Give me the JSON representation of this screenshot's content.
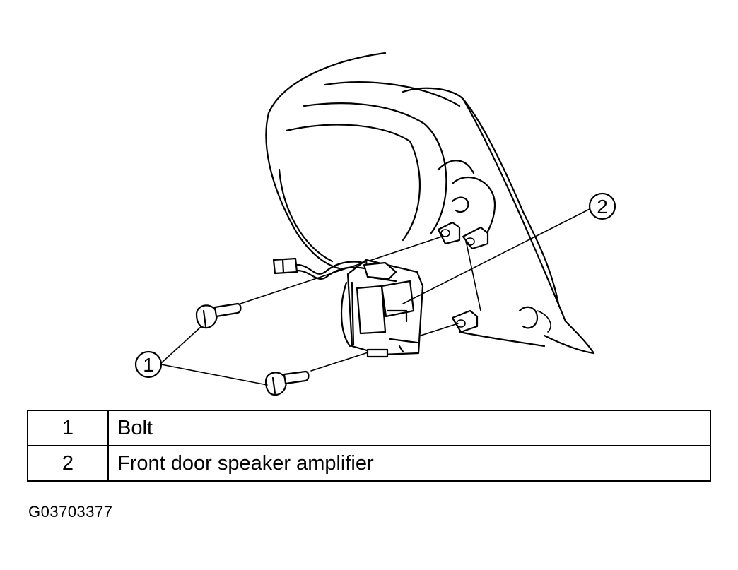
{
  "callouts": [
    {
      "number": "1",
      "part": "bolt"
    },
    {
      "number": "2",
      "part": "amplifier"
    }
  ],
  "legend": {
    "rows": [
      {
        "number": "1",
        "description": "Bolt"
      },
      {
        "number": "2",
        "description": "Front door speaker amplifier"
      }
    ]
  },
  "figure_code": "G03703377"
}
